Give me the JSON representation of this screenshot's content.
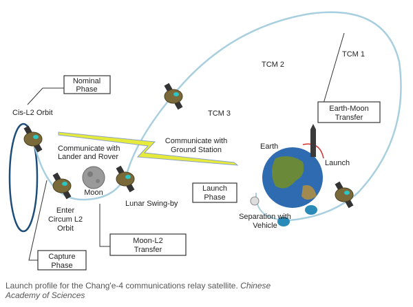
{
  "diagram": {
    "labels": {
      "nominal_phase": [
        "Nominal",
        "Phase"
      ],
      "cis_l2_orbit": "Cis-L2 Orbit",
      "communicate_lander": [
        "Communicate with",
        "Lander and Rover"
      ],
      "moon": "Moon",
      "enter_circum": [
        "Enter",
        "Circum L2",
        "Orbit"
      ],
      "lunar_swing_by": "Lunar Swing-by",
      "moon_l2_transfer": [
        "Moon-L2",
        "Transfer"
      ],
      "capture_phase": [
        "Capture",
        "Phase"
      ],
      "communicate_ground": [
        "Communicate with",
        "Ground Station"
      ],
      "tcm3": "TCM 3",
      "tcm2": "TCM 2",
      "tcm1": "TCM 1",
      "earth_moon_transfer": [
        "Earth-Moon",
        "Transfer"
      ],
      "earth": "Earth",
      "launch": "Launch",
      "launch_phase": [
        "Launch",
        "Phase"
      ],
      "separation": [
        "Separation with",
        "Vehicle"
      ]
    }
  },
  "caption": {
    "text": "Launch profile for the Chang'e-4 communications relay satellite.",
    "credit_line1": "Chinese",
    "credit_line2": "Academy of Sciences"
  }
}
